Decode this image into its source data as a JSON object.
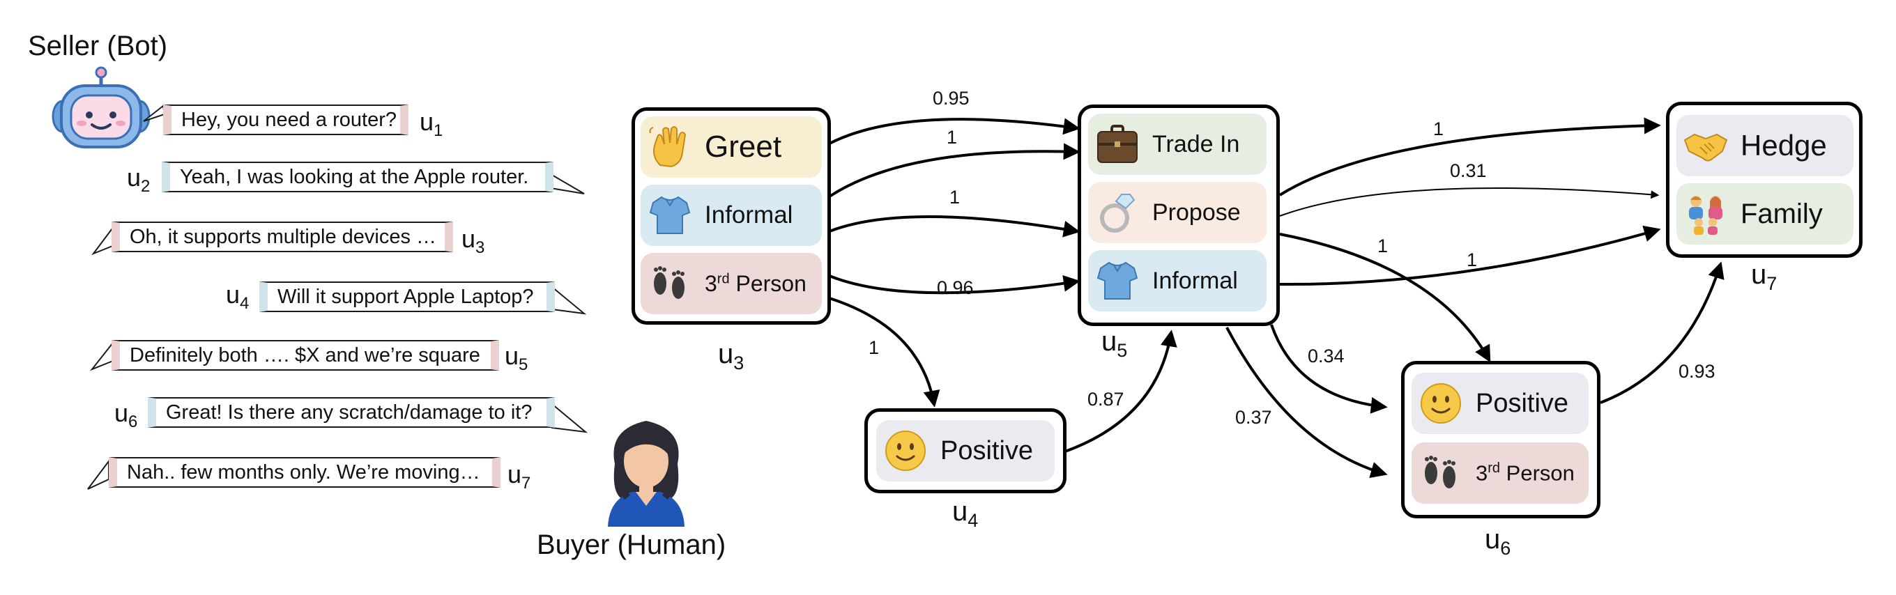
{
  "labels": {
    "seller": "Seller (Bot)",
    "buyer": "Buyer (Human)"
  },
  "chat": [
    {
      "speaker": "seller",
      "text": "Hey, you need a router?",
      "u": "u",
      "n": "1"
    },
    {
      "speaker": "buyer",
      "text": "Yeah, I was looking at the Apple router.",
      "u": "u",
      "n": "2"
    },
    {
      "speaker": "seller",
      "text": "Oh, it supports multiple devices …",
      "u": "u",
      "n": "3"
    },
    {
      "speaker": "buyer",
      "text": "Will it support Apple Laptop?",
      "u": "u",
      "n": "4"
    },
    {
      "speaker": "seller",
      "text": "Definitely both …. $X and we’re square",
      "u": "u",
      "n": "5"
    },
    {
      "speaker": "buyer",
      "text": "Great! Is there any scratch/damage to it?",
      "u": "u",
      "n": "6"
    },
    {
      "speaker": "seller",
      "text": "Nah.. few months only. We’re moving…",
      "u": "u",
      "n": "7"
    }
  ],
  "nodes": {
    "u3": {
      "label": "u",
      "n": "3",
      "tags": [
        {
          "text": "Greet",
          "icon": "waving-hand-icon",
          "color": "#f8efd2"
        },
        {
          "text": "Informal",
          "icon": "shirt-icon",
          "color": "#d9eaf2"
        },
        {
          "text": "3",
          "sup": "rd",
          "rest": " Person",
          "icon": "footprints-icon",
          "color": "#edd9d8"
        }
      ]
    },
    "u4": {
      "label": "u",
      "n": "4",
      "tags": [
        {
          "text": "Positive",
          "icon": "smiley-icon",
          "color": "#eaeaf1"
        }
      ]
    },
    "u5": {
      "label": "u",
      "n": "5",
      "tags": [
        {
          "text": "Trade In",
          "icon": "briefcase-icon",
          "color": "#e6eee2"
        },
        {
          "text": "Propose",
          "icon": "ring-icon",
          "color": "#f9eae2"
        },
        {
          "text": "Informal",
          "icon": "shirt-icon",
          "color": "#d9eaf2"
        }
      ]
    },
    "u6": {
      "label": "u",
      "n": "6",
      "tags": [
        {
          "text": "Positive",
          "icon": "smiley-icon",
          "color": "#eaeaf1"
        },
        {
          "text": "3",
          "sup": "rd",
          "rest": " Person",
          "icon": "footprints-icon",
          "color": "#edd9d8"
        }
      ]
    },
    "u7": {
      "label": "u",
      "n": "7",
      "tags": [
        {
          "text": "Hedge",
          "icon": "handshake-icon",
          "color": "#eaeaf1"
        },
        {
          "text": "Family",
          "icon": "family-icon",
          "color": "#e6eee2"
        }
      ]
    }
  },
  "edges": [
    {
      "from": "u3.Greet",
      "to": "u5.Trade In",
      "weight": "0.95"
    },
    {
      "from": "u3.Informal",
      "to": "u5.Trade In",
      "weight": "1"
    },
    {
      "from": "u3.Informal",
      "to": "u5.Propose",
      "weight": "1"
    },
    {
      "from": "u3.3rd Person",
      "to": "u5.Informal",
      "weight": "0.96"
    },
    {
      "from": "u3",
      "to": "u4",
      "weight": "1"
    },
    {
      "from": "u4",
      "to": "u5",
      "weight": "0.87"
    },
    {
      "from": "u5.Trade In",
      "to": "u7.Hedge",
      "weight": "1"
    },
    {
      "from": "u5.Propose",
      "to": "u7.Family",
      "weight": "0.31"
    },
    {
      "from": "u5.Propose",
      "to": "u6.Positive",
      "weight": "1"
    },
    {
      "from": "u5.Informal",
      "to": "u7.Family",
      "weight": "1"
    },
    {
      "from": "u5",
      "to": "u6.Positive",
      "weight": "0.34"
    },
    {
      "from": "u5",
      "to": "u6.3rd Person",
      "weight": "0.37"
    },
    {
      "from": "u6",
      "to": "u7",
      "weight": "0.93"
    }
  ]
}
